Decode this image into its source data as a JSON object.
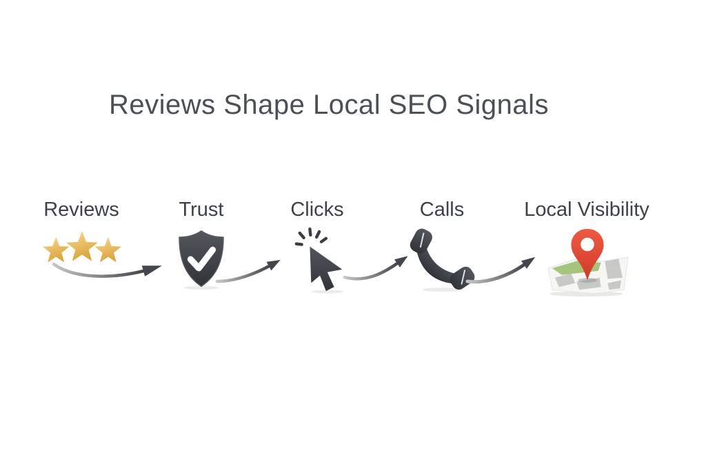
{
  "title": {
    "text": "Reviews Shape Local SEO Signals"
  },
  "steps": [
    {
      "label": "Reviews",
      "icon": "three-gold-stars-icon"
    },
    {
      "label": "Trust",
      "icon": "shield-check-icon"
    },
    {
      "label": "Clicks",
      "icon": "cursor-click-icon"
    },
    {
      "label": "Calls",
      "icon": "phone-handset-icon"
    },
    {
      "label": "Local Visibility",
      "icon": "map-pin-icon"
    }
  ],
  "colors": {
    "background": "#ffffff",
    "title_text": "#4b4f56",
    "label_text": "#3d4149",
    "star_gold_light": "#f6d98f",
    "star_gold_dark": "#dca43e",
    "icon_dark_light": "#53565d",
    "icon_dark": "#303338",
    "shield_rim": "#5b5e64",
    "check_white": "#ffffff",
    "arrow_tail": "#c6c6c6",
    "arrow_head": "#43464c",
    "pin_red_light": "#ec5a43",
    "pin_red_dark": "#d03a28",
    "map_green": "#a6c57c",
    "map_gray": "#c8c8c6",
    "map_base": "#f6f6f4",
    "map_edge": "#e3e3e1"
  }
}
